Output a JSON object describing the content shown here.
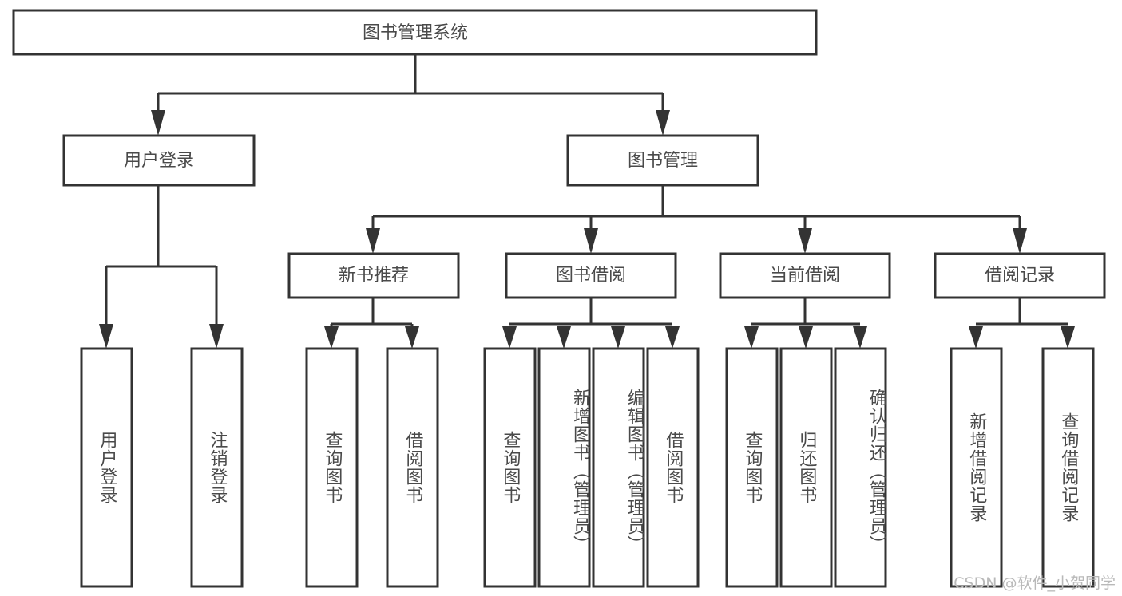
{
  "diagram": {
    "type": "tree",
    "title": "图书管理系统",
    "colors": {
      "background": "#ffffff",
      "box_stroke": "#333333",
      "box_fill": "#ffffff",
      "text": "#4a4a4a",
      "watermark": "#b9b9b9"
    },
    "root": {
      "label": "图书管理系统",
      "orientation": "horizontal"
    },
    "level2": [
      {
        "label": "用户登录",
        "orientation": "horizontal"
      },
      {
        "label": "图书管理",
        "orientation": "horizontal"
      }
    ],
    "level3": [
      {
        "label": "新书推荐",
        "orientation": "horizontal"
      },
      {
        "label": "图书借阅",
        "orientation": "horizontal"
      },
      {
        "label": "当前借阅",
        "orientation": "horizontal"
      },
      {
        "label": "借阅记录",
        "orientation": "horizontal"
      }
    ],
    "leaves": {
      "user_login": [
        {
          "label": "用户登录",
          "orientation": "vertical"
        },
        {
          "label": "注销登录",
          "orientation": "vertical"
        }
      ],
      "new_book_recommend": [
        {
          "label": "查询图书",
          "orientation": "vertical"
        },
        {
          "label": "借阅图书",
          "orientation": "vertical"
        }
      ],
      "book_borrow": [
        {
          "label": "查询图书",
          "orientation": "vertical"
        },
        {
          "label": "新增图书（管理员）",
          "orientation": "vertical"
        },
        {
          "label": "编辑图书（管理员）",
          "orientation": "vertical"
        },
        {
          "label": "借阅图书",
          "orientation": "vertical"
        }
      ],
      "current_borrow": [
        {
          "label": "查询图书",
          "orientation": "vertical"
        },
        {
          "label": "归还图书",
          "orientation": "vertical"
        },
        {
          "label": "确认归还（管理员）",
          "orientation": "vertical"
        }
      ],
      "borrow_record": [
        {
          "label": "新增借阅记录",
          "orientation": "vertical"
        },
        {
          "label": "查询借阅记录",
          "orientation": "vertical"
        }
      ]
    },
    "watermark": "CSDN @软件_小贺同学"
  }
}
